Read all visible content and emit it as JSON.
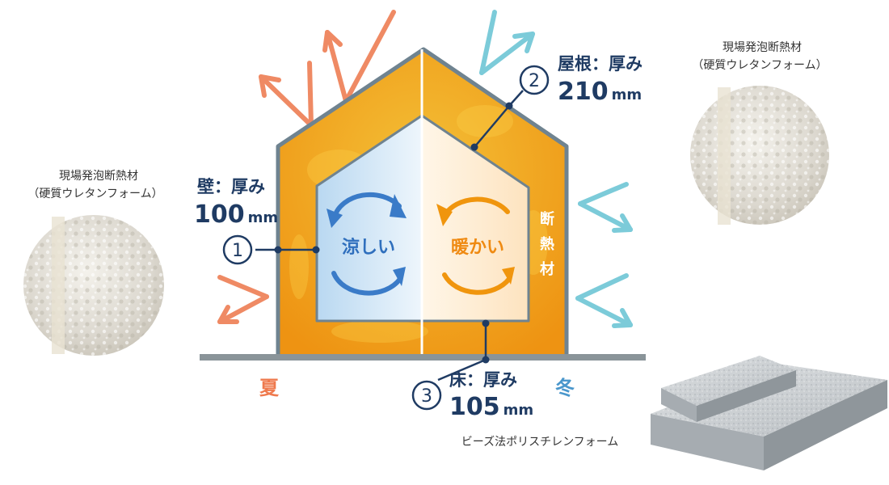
{
  "left_material": {
    "name": "現場発泡断熱材",
    "sub": "（硬質ウレタンフォーム）"
  },
  "right_material": {
    "name": "現場発泡断熱材",
    "sub": "（硬質ウレタンフォーム）"
  },
  "wall": {
    "number": "1",
    "title": "壁：厚み",
    "value": "100",
    "unit": "mm"
  },
  "roof": {
    "number": "2",
    "title": "屋根：厚み",
    "value": "210",
    "unit": "mm"
  },
  "floor": {
    "number": "3",
    "title": "床：厚み",
    "value": "105",
    "unit": "mm"
  },
  "rooms": {
    "cool": "涼しい",
    "warm": "暖かい"
  },
  "insulation_label": [
    "断",
    "熱",
    "材"
  ],
  "seasons": {
    "summer": "夏",
    "winter": "冬"
  },
  "foam_board_label": "ビーズ法ポリスチレンフォーム",
  "colors": {
    "summer": "#ef8a64",
    "winter": "#7ccbd9",
    "navy": "#1f3b63",
    "insulation": "#f0a012",
    "frame": "#6f8390"
  }
}
